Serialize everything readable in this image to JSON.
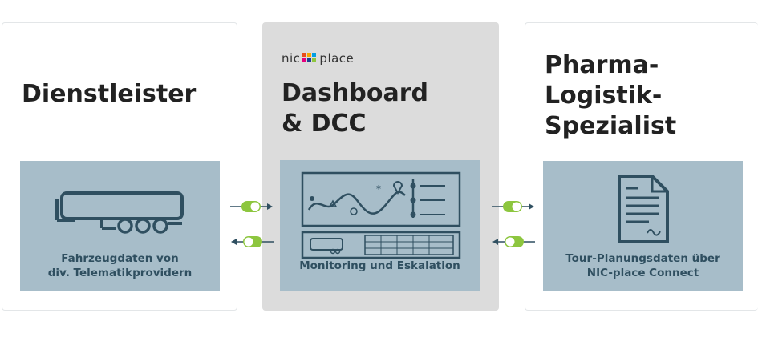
{
  "columns": {
    "left": {
      "title": "Dienstleister",
      "panel_label": "Fahrzeugdaten von\ndiv. Telematikprovidern"
    },
    "middle": {
      "logo_left": "nic",
      "logo_right": "place",
      "title": "Dashboard\n& DCC",
      "panel_label": "Monitoring und Eskalation"
    },
    "right": {
      "title": "Pharma-\nLogistik-\nSpezialist",
      "panel_label": "Tour-Planungsdaten über\nNIC-place Connect"
    }
  },
  "colors": {
    "panel": "#a7bdc9",
    "icon_stroke": "#2f4f60",
    "middle_column": "#dcdcdc",
    "connector_green": "#8dc63f",
    "connector_line": "#2f4f60"
  }
}
